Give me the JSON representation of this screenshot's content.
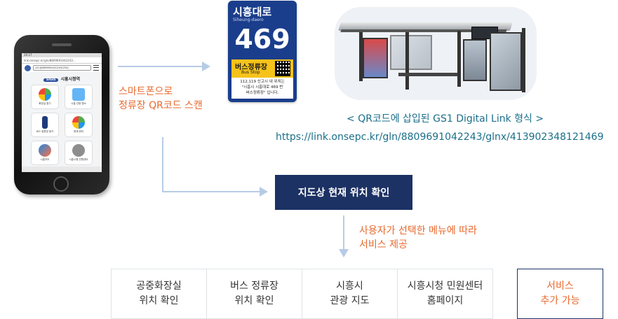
{
  "phone": {
    "status_text": "10:17",
    "url_text": "link.onsepc.kr/gln/8809691042243...",
    "gln_text": "(414)8809691042243(254)",
    "app_badge": "SIGIS",
    "app_title": "시흥시청역",
    "tiles": [
      "화장실 찾기",
      "시흥 관광 명소",
      "버스 정류장 찾기",
      "현재 위치",
      "시흥지도",
      "시흥시청 민원센터"
    ]
  },
  "scan_label": [
    "스마트폰으로",
    "정류장 QR코드 스캔"
  ],
  "sign": {
    "name": "시흥대로",
    "name_roman": "Siheung-daero",
    "number": "469",
    "type_kr": "버스정류장",
    "type_en": "Bus Stop",
    "info": [
      "112,119 신고시 내 위치는",
      "\"시흥시 시흥대로 469 번",
      "버스정류장\" 입니다."
    ]
  },
  "digital_link_caption": "< QR코드에 삽입된 GS1 Digital Link 형식 >",
  "digital_link_url": "https://link.onsepc.kr/gln/8809691042243/glnx/413902348121469",
  "location_box": "지도상 현재 위치 확인",
  "menu_label": [
    "사용자가 선택한 메뉴에 따라",
    "서비스 제공"
  ],
  "services": [
    {
      "line1": "공중화장실",
      "line2": "위치 확인"
    },
    {
      "line1": "버스 정류장",
      "line2": "위치 확인"
    },
    {
      "line1": "시흥시",
      "line2": "관광 지도"
    },
    {
      "line1": "시흥시청 민원센터",
      "line2": "홈페이지"
    },
    {
      "line1": "서비스",
      "line2": "추가 가능"
    }
  ],
  "colors": {
    "navy": "#1c3264",
    "orange": "#e8692e",
    "teal": "#1b6f8a",
    "arrow": "#b7cbe6",
    "sign_blue": "#1a3e8c",
    "sign_yellow": "#f6c31a"
  }
}
